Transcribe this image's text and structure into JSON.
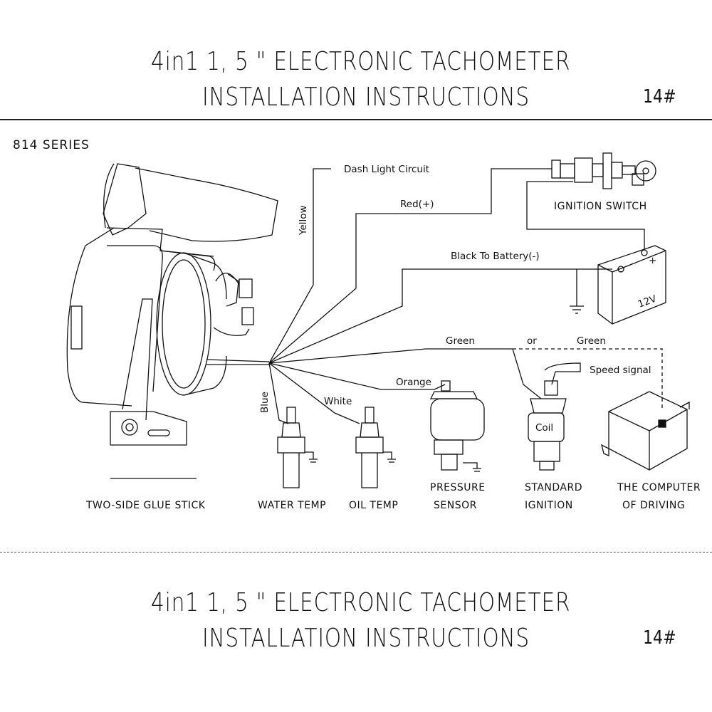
{
  "header": {
    "title_line1": "4in1 1, 5 \" ELECTRONIC TACHOMETER",
    "title_line2": "INSTALLATION INSTRUCTIONS",
    "ref": "14#"
  },
  "series": "814 SERIES",
  "wires": {
    "yellow": "Yellow",
    "dash_light": "Dash Light Circuit",
    "red": "Red(+)",
    "black": "Black To Battery(-)",
    "green1": "Green",
    "or": "or",
    "green2": "Green",
    "speed_signal": "Speed signal",
    "orange": "Orange",
    "white": "White",
    "blue": "Blue"
  },
  "components": {
    "ignition_switch": "IGNITION SWITCH",
    "battery_plus": "+",
    "battery_minus": "-",
    "battery_voltage": "12V",
    "coil": "Coil"
  },
  "captions": {
    "glue": "TWO-SIDE GLUE STICK",
    "water": "WATER TEMP",
    "oil": "OIL TEMP",
    "pressure_1": "PRESSURE",
    "pressure_2": "SENSOR",
    "ignition_1": "STANDARD",
    "ignition_2": "IGNITION",
    "computer_1": "THE COMPUTER",
    "computer_2": "OF DRIVING"
  },
  "footer": {
    "title_line1": "4in1 1, 5 \" ELECTRONIC TACHOMETER",
    "title_line2": "INSTALLATION INSTRUCTIONS",
    "ref": "14#"
  }
}
